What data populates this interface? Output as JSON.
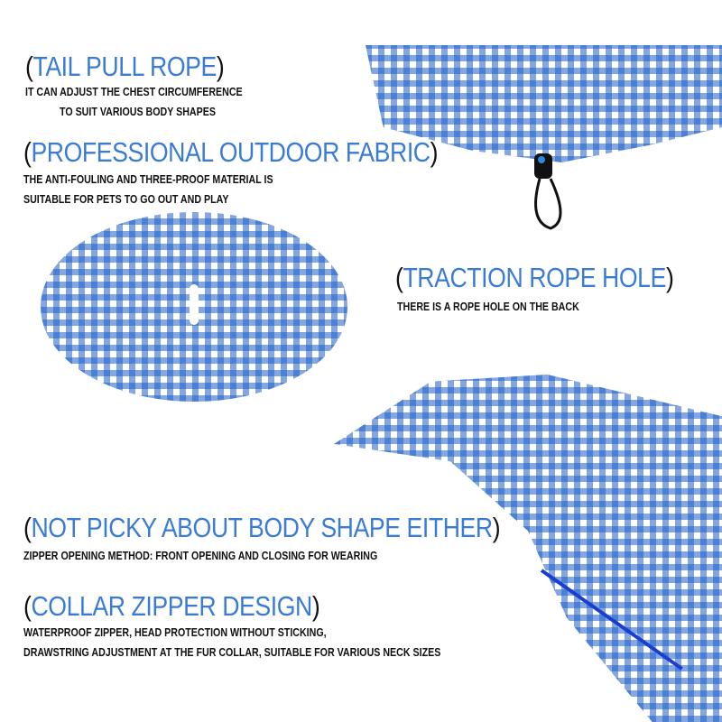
{
  "sections": [
    {
      "title": "TAIL PULL ROPE",
      "lines": [
        "IT CAN ADJUST THE CHEST CIRCUMFERENCE",
        "TO SUIT VARIOUS BODY SHAPES"
      ]
    },
    {
      "title": "PROFESSIONAL OUTDOOR FABRIC",
      "lines": [
        "THE ANTI-FOULING AND THREE-PROOF  MATERIAL IS",
        "SUITABLE FOR PETS TO GO OUT AND PLAY"
      ]
    },
    {
      "title": "TRACTION ROPE HOLE",
      "lines": [
        "THERE IS A ROPE HOLE ON THE BACK"
      ]
    },
    {
      "title": "NOT PICKY ABOUT BODY SHAPE EITHER",
      "lines": [
        "ZIPPER OPENING METHOD: FRONT OPENING AND CLOSING FOR WEARING"
      ]
    },
    {
      "title": "COLLAR ZIPPER DESIGN",
      "lines": [
        "WATERPROOF ZIPPER, HEAD PROTECTION WITHOUT STICKING,",
        "DRAWSTRING ADJUSTMENT AT THE FUR COLLAR, SUITABLE FOR VARIOUS NECK SIZES"
      ]
    }
  ],
  "paren_open": "(",
  "paren_close": ")",
  "colors": {
    "accent": "#3a7bd5",
    "fabric": "#1e5fc8"
  }
}
